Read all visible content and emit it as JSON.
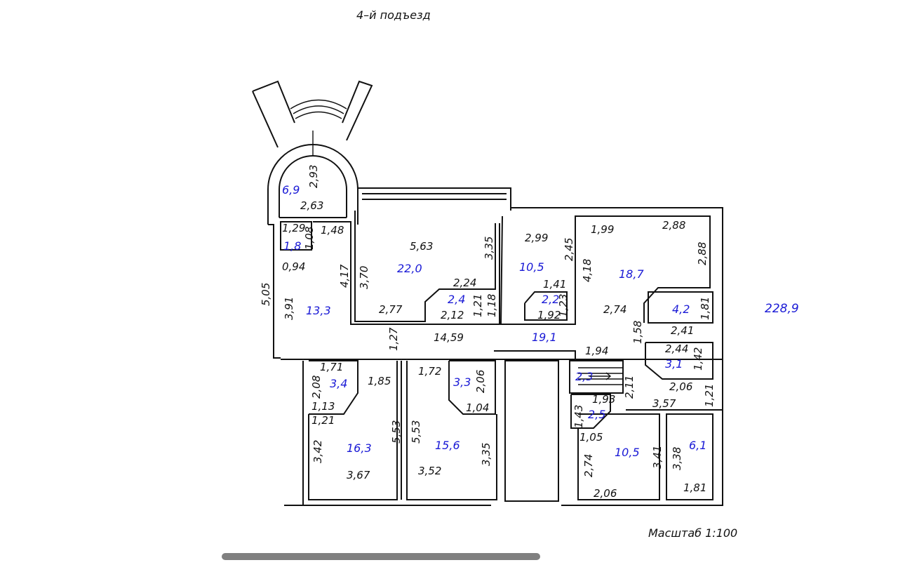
{
  "header": {
    "title": "4–й подъезд"
  },
  "footer": {
    "scale": "Масштаб 1:100"
  },
  "total_area": "228,9",
  "colors": {
    "area_text": "#1a1ad6",
    "lines": "#111111",
    "scrollbar": "#808080"
  },
  "rooms": {
    "vestibule": {
      "area": "6,9",
      "dims": [
        "2,93",
        "2,63"
      ]
    },
    "closet_nw": {
      "area": "1,8",
      "dims": [
        "1,29",
        "1,08",
        "0,94"
      ]
    },
    "hall_west": {
      "area": "13,3",
      "dims": [
        "1,48",
        "4,17",
        "3,91",
        "5,05"
      ]
    },
    "room_22": {
      "area": "22,0",
      "dims": [
        "5,63",
        "3,70",
        "3,35",
        "2,77",
        "2,24"
      ]
    },
    "closet_24": {
      "area": "2,4",
      "dims": [
        "2,12",
        "1,21",
        "1,18"
      ]
    },
    "room_105_n": {
      "area": "10,5",
      "dims": [
        "2,99",
        "2,45",
        "1,41"
      ]
    },
    "closet_22": {
      "area": "2,2",
      "dims": [
        "1,92",
        "1,23"
      ]
    },
    "room_187": {
      "area": "18,7",
      "dims": [
        "1,99",
        "2,88",
        "2,88",
        "4,18",
        "2,74"
      ]
    },
    "closet_42": {
      "area": "4,2",
      "dims": [
        "1,81",
        "2,41"
      ]
    },
    "corridor": {
      "area": "19,1",
      "dims": [
        "14,59",
        "1,27",
        "1,58",
        "1,94"
      ]
    },
    "bath_31": {
      "area": "3,1",
      "dims": [
        "2,44",
        "1,42",
        "2,06",
        "1,21"
      ]
    },
    "stairs": {
      "area": "2,3",
      "dims": [
        "2,11"
      ]
    },
    "closet_25": {
      "area": "2,5",
      "dims": [
        "1,93",
        "1,43",
        "3,57"
      ]
    },
    "closet_34": {
      "area": "3,4",
      "dims": [
        "1,71",
        "2,08",
        "1,13"
      ]
    },
    "room_163": {
      "area": "16,3",
      "dims": [
        "1,85",
        "1,21",
        "3,42",
        "5,53",
        "3,67"
      ]
    },
    "closet_33": {
      "area": "3,3",
      "dims": [
        "2,06",
        "1,04"
      ]
    },
    "room_156": {
      "area": "15,6",
      "dims": [
        "1,72",
        "5,53",
        "3,35",
        "3,52"
      ]
    },
    "room_105_s": {
      "area": "10,5",
      "dims": [
        "1,05",
        "2,74",
        "3,41",
        "2,06"
      ]
    },
    "room_61": {
      "area": "6,1",
      "dims": [
        "3,38",
        "1,81"
      ]
    }
  }
}
